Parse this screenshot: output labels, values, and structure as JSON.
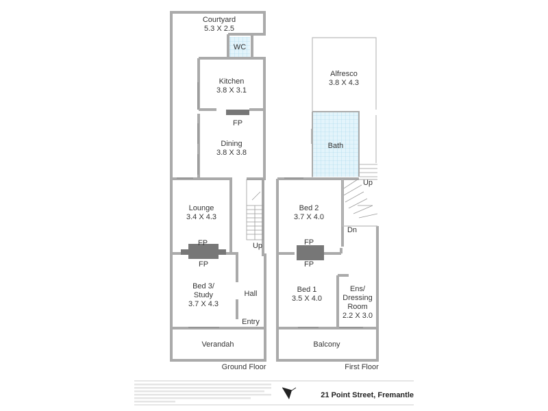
{
  "ground_floor": {
    "label": "Ground Floor",
    "rooms": {
      "courtyard": {
        "name": "Courtyard",
        "size": "5.3 X 2.5"
      },
      "wc": {
        "name": "WC"
      },
      "kitchen": {
        "name": "Kitchen",
        "size": "3.8 X 3.1"
      },
      "kitchen_fp": "FP",
      "dining": {
        "name": "Dining",
        "size": "3.8 X 3.8"
      },
      "lounge": {
        "name": "Lounge",
        "size": "3.4 X 4.3"
      },
      "lounge_fp": "FP",
      "bed3_fp": "FP",
      "bed3": {
        "name_line1": "Bed 3/",
        "name_line2": "Study",
        "size": "3.7 X 4.3"
      },
      "hall": {
        "name": "Hall"
      },
      "entry": {
        "name": "Entry"
      },
      "stairs_up": "Up",
      "verandah": {
        "name": "Verandah"
      }
    }
  },
  "first_floor": {
    "label": "First Floor",
    "rooms": {
      "alfresco": {
        "name": "Alfresco",
        "size": "3.8 X 4.3"
      },
      "bath": {
        "name": "Bath"
      },
      "stairs_up": "Up",
      "stairs_dn": "Dn",
      "bed2": {
        "name": "Bed 2",
        "size": "3.7 X 4.0"
      },
      "bed2_fp": "FP",
      "bed1_fp": "FP",
      "bed1": {
        "name": "Bed 1",
        "size": "3.5 X 4.0"
      },
      "ensuite": {
        "name_line1": "Ens/",
        "name_line2": "Dressing",
        "name_line3": "Room",
        "size": "2.2 X 3.0"
      },
      "balcony": {
        "name": "Balcony"
      }
    }
  },
  "footer": {
    "address": "21 Point Street, Fremantle",
    "compass_icon": "north-arrow-icon"
  },
  "colors": {
    "wall": "#aaaaaa",
    "tile": "#d6eef8",
    "fireplace": "#777777"
  }
}
